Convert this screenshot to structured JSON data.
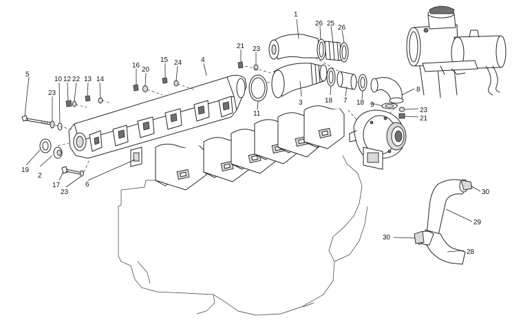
{
  "diagram": {
    "callouts": [
      {
        "id": "c1",
        "text": "1"
      },
      {
        "id": "c2",
        "text": "2"
      },
      {
        "id": "c3",
        "text": "3"
      },
      {
        "id": "c4",
        "text": "4"
      },
      {
        "id": "c5",
        "text": "5"
      },
      {
        "id": "c6",
        "text": "6"
      },
      {
        "id": "c7",
        "text": "7"
      },
      {
        "id": "c8",
        "text": "8"
      },
      {
        "id": "c9",
        "text": "9"
      },
      {
        "id": "c10",
        "text": "10"
      },
      {
        "id": "c11",
        "text": "11"
      },
      {
        "id": "c12",
        "text": "12"
      },
      {
        "id": "c13",
        "text": "13"
      },
      {
        "id": "c14",
        "text": "14"
      },
      {
        "id": "c15",
        "text": "15"
      },
      {
        "id": "c16",
        "text": "16"
      },
      {
        "id": "c17",
        "text": "17"
      },
      {
        "id": "c18a",
        "text": "18"
      },
      {
        "id": "c18b",
        "text": "18"
      },
      {
        "id": "c19",
        "text": "19"
      },
      {
        "id": "c20",
        "text": "20"
      },
      {
        "id": "c21a",
        "text": "21"
      },
      {
        "id": "c21b",
        "text": "21"
      },
      {
        "id": "c22",
        "text": "22"
      },
      {
        "id": "c23a",
        "text": "23"
      },
      {
        "id": "c23b",
        "text": "23"
      },
      {
        "id": "c23c",
        "text": "23"
      },
      {
        "id": "c23d",
        "text": "23"
      },
      {
        "id": "c24",
        "text": "24"
      },
      {
        "id": "c25",
        "text": "25"
      },
      {
        "id": "c26a",
        "text": "26"
      },
      {
        "id": "c26b",
        "text": "26"
      },
      {
        "id": "c28",
        "text": "28"
      },
      {
        "id": "c29",
        "text": "29"
      },
      {
        "id": "c30a",
        "text": "30"
      },
      {
        "id": "c30b",
        "text": "30"
      }
    ]
  }
}
